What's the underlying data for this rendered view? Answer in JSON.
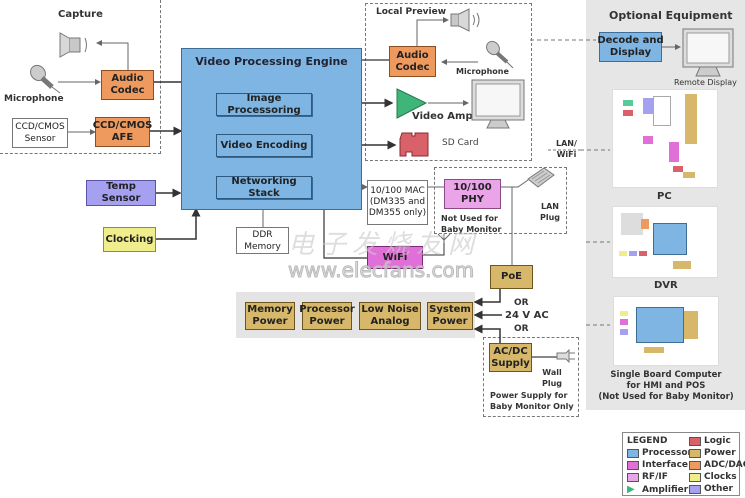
{
  "capture": {
    "title": "Capture",
    "microphone_label": "Microphone",
    "audio_codec": "Audio\nCodec",
    "sensor": "CCD/CMOS\nSensor",
    "afe": "CCD/CMOS\nAFE"
  },
  "engine": {
    "title": "Video Processing Engine",
    "blocks": [
      "Image Processoring",
      "Video Encoding",
      "Networking Stack"
    ]
  },
  "local_preview": {
    "title": "Local Preview",
    "audio_codec": "Audio\nCodec",
    "microphone_label": "Microphone",
    "video_amp_label": "Video Amp",
    "sd_card_label": "SD Card"
  },
  "inputs": {
    "temp_sensor": "Temp Sensor",
    "clocking": "Clocking"
  },
  "network": {
    "mac": "10/100 MAC\n(DM335 and\nDM355 only)",
    "phy": "10/100\nPHY",
    "phy_note": "Not Used for\nBaby Monitor",
    "lan_plug": "LAN\nPlug",
    "lan_wifi": "LAN/\nWiFi",
    "ddr": "DDR\nMemory",
    "wifi": "WiFi"
  },
  "power": {
    "blocks": [
      "Memory\nPower",
      "Processor\nPower",
      "Low Noise\nAnalog",
      "System\nPower"
    ],
    "poe": "PoE",
    "or1": "OR",
    "ac24": "24 V AC",
    "or2": "OR",
    "acdc": "AC/DC\nSupply",
    "wall_plug": "Wall\nPlug",
    "supply_note": "Power Supply for\nBaby Monitor Only"
  },
  "optional": {
    "title": "Optional Equipment",
    "decode": "Decode and\nDisplay",
    "remote_display": "Remote Display",
    "pc": "PC",
    "dvr": "DVR",
    "sbc": "Single Board Computer\nfor HMI and POS\n(Not Used for Baby Monitor)"
  },
  "watermark": {
    "cn": "电子发烧友网",
    "url": "www.elecfans.com"
  },
  "legend": {
    "title": "LEGEND",
    "items": [
      {
        "label": "Processor",
        "color": "#7fb5e3"
      },
      {
        "label": "Interface",
        "color": "#e070d8"
      },
      {
        "label": "RF/IF",
        "color": "#eaa4e8"
      },
      {
        "label": "Amplifier",
        "color": "#3fb57a"
      },
      {
        "label": "Logic",
        "color": "#d9626a"
      },
      {
        "label": "Power",
        "color": "#d7b86a"
      },
      {
        "label": "ADC/DAC",
        "color": "#ee9a5e"
      },
      {
        "label": "Clocks",
        "color": "#f0ee8c"
      },
      {
        "label": "Other",
        "color": "#a5a0f0"
      }
    ]
  }
}
